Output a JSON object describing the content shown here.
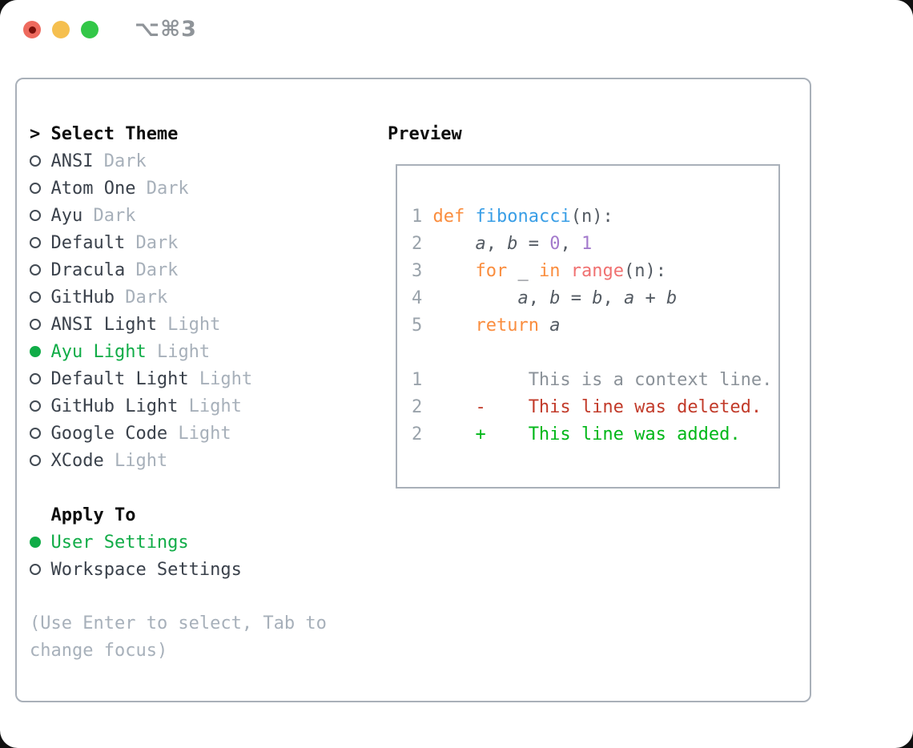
{
  "window": {
    "title": "⌥⌘3",
    "traffic_lights": [
      "close",
      "minimize",
      "zoom"
    ]
  },
  "colors": {
    "accent-green": "#10ac47",
    "diff-green": "#00b718",
    "diff-red": "#c23b2a",
    "syn-keyword": "#fa8d3e",
    "syn-entity": "#399ee6",
    "syn-markup": "#f07171",
    "syn-constant": "#a37acc",
    "red-light": "#ee6a5e",
    "yellow-light": "#f5bf4f",
    "green-light": "#33c748"
  },
  "theme_picker": {
    "header_prefix": ">",
    "header": "Select Theme",
    "items": [
      {
        "name": "ANSI",
        "variant": "Dark",
        "selected": false
      },
      {
        "name": "Atom One",
        "variant": "Dark",
        "selected": false
      },
      {
        "name": "Ayu",
        "variant": "Dark",
        "selected": false
      },
      {
        "name": "Default",
        "variant": "Dark",
        "selected": false
      },
      {
        "name": "Dracula",
        "variant": "Dark",
        "selected": false
      },
      {
        "name": "GitHub",
        "variant": "Dark",
        "selected": false
      },
      {
        "name": "ANSI Light",
        "variant": "Light",
        "selected": false
      },
      {
        "name": "Ayu Light",
        "variant": "Light",
        "selected": true
      },
      {
        "name": "Default Light",
        "variant": "Light",
        "selected": false
      },
      {
        "name": "GitHub Light",
        "variant": "Light",
        "selected": false
      },
      {
        "name": "Google Code",
        "variant": "Light",
        "selected": false
      },
      {
        "name": "XCode",
        "variant": "Light",
        "selected": false
      }
    ],
    "apply_to": {
      "header": "Apply To",
      "options": [
        {
          "label": "User Settings",
          "selected": true
        },
        {
          "label": "Workspace Settings",
          "selected": false
        }
      ]
    },
    "hint": "(Use Enter to select, Tab to change focus)"
  },
  "preview": {
    "label": "Preview",
    "code_lines": [
      {
        "num": "1",
        "tokens": [
          {
            "c": "kw",
            "t": "def"
          },
          {
            "c": "pl",
            "t": " "
          },
          {
            "c": "fn",
            "t": "fibonacci"
          },
          {
            "c": "pl",
            "t": "(n):"
          }
        ]
      },
      {
        "num": "2",
        "tokens": [
          {
            "c": "pl",
            "t": "    "
          },
          {
            "c": "var",
            "t": "a"
          },
          {
            "c": "pl",
            "t": ", "
          },
          {
            "c": "var",
            "t": "b"
          },
          {
            "c": "pl",
            "t": " = "
          },
          {
            "c": "num",
            "t": "0"
          },
          {
            "c": "pl",
            "t": ", "
          },
          {
            "c": "num",
            "t": "1"
          }
        ]
      },
      {
        "num": "3",
        "tokens": [
          {
            "c": "pl",
            "t": "    "
          },
          {
            "c": "kw",
            "t": "for"
          },
          {
            "c": "pl",
            "t": " _ "
          },
          {
            "c": "kw",
            "t": "in"
          },
          {
            "c": "pl",
            "t": " "
          },
          {
            "c": "call",
            "t": "range"
          },
          {
            "c": "pl",
            "t": "(n):"
          }
        ]
      },
      {
        "num": "4",
        "tokens": [
          {
            "c": "pl",
            "t": "        "
          },
          {
            "c": "var",
            "t": "a"
          },
          {
            "c": "pl",
            "t": ", "
          },
          {
            "c": "var",
            "t": "b"
          },
          {
            "c": "pl",
            "t": " = "
          },
          {
            "c": "var",
            "t": "b"
          },
          {
            "c": "pl",
            "t": ", "
          },
          {
            "c": "var",
            "t": "a"
          },
          {
            "c": "pl",
            "t": " + "
          },
          {
            "c": "var",
            "t": "b"
          }
        ]
      },
      {
        "num": "5",
        "tokens": [
          {
            "c": "pl",
            "t": "    "
          },
          {
            "c": "kw",
            "t": "return"
          },
          {
            "c": "pl",
            "t": " "
          },
          {
            "c": "var",
            "t": "a"
          }
        ]
      }
    ],
    "diff_lines": [
      {
        "num": "1",
        "marker": " ",
        "text": "This is a context line.",
        "type": "context"
      },
      {
        "num": "2",
        "marker": "-",
        "text": "This line was deleted.",
        "type": "deleted"
      },
      {
        "num": "2",
        "marker": "+",
        "text": "This line was added.",
        "type": "added"
      }
    ]
  }
}
